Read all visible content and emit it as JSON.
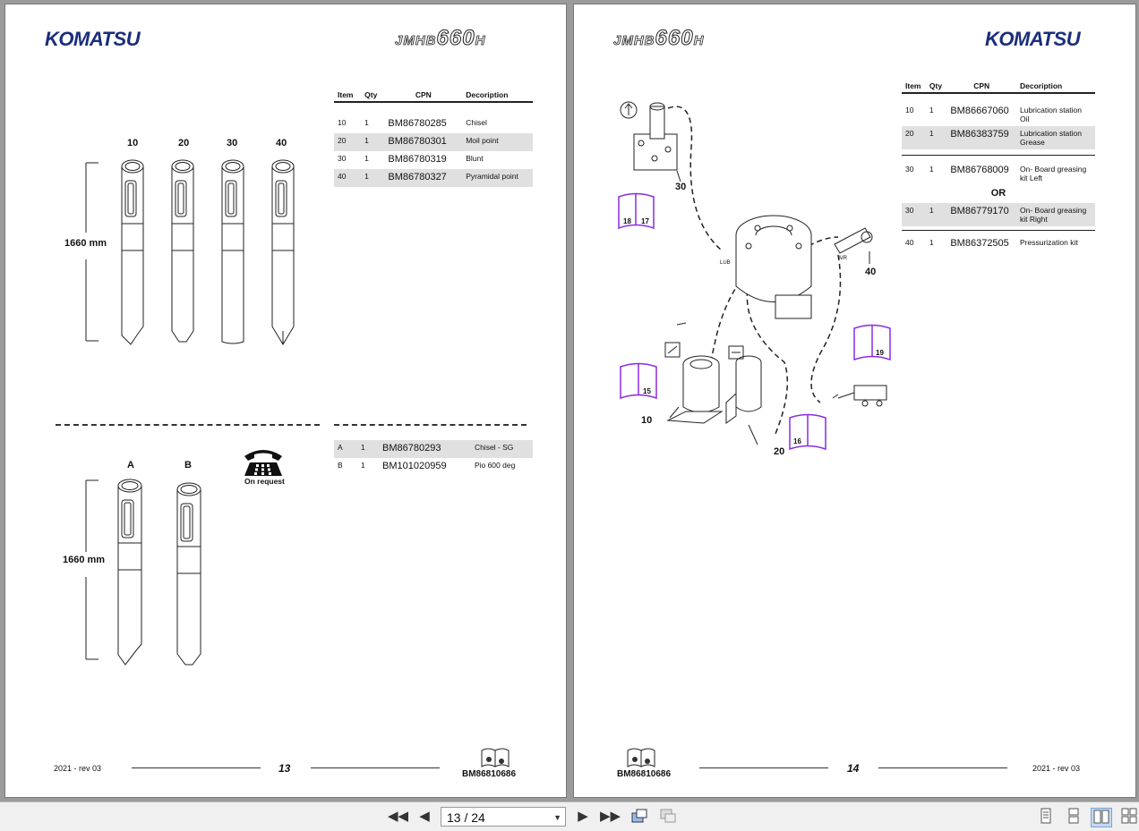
{
  "left_page": {
    "brand": "KOMATSU",
    "model_prefix": "JMHB",
    "model_number": "660",
    "model_suffix": "H",
    "table_top": {
      "headers": [
        "Item",
        "Qty",
        "CPN",
        "Decoription"
      ],
      "rows": [
        {
          "item": "10",
          "qty": "1",
          "cpn": "BM86780285",
          "desc": "Chisel"
        },
        {
          "item": "20",
          "qty": "1",
          "cpn": "BM86780301",
          "desc": "Moil point"
        },
        {
          "item": "30",
          "qty": "1",
          "cpn": "BM86780319",
          "desc": "Blunt"
        },
        {
          "item": "40",
          "qty": "1",
          "cpn": "BM86780327",
          "desc": "Pyramidal point"
        }
      ]
    },
    "tool_labels_top": [
      "10",
      "20",
      "30",
      "40"
    ],
    "dimension_top": "1660 mm",
    "table_bottom": {
      "rows": [
        {
          "item": "A",
          "qty": "1",
          "cpn": "BM86780293",
          "desc": "Chisel - SG"
        },
        {
          "item": "B",
          "qty": "1",
          "cpn": "BM101020959",
          "desc": "Pio 600 deg"
        }
      ]
    },
    "tool_labels_bottom": [
      "A",
      "B"
    ],
    "dimension_bottom": "1660 mm",
    "on_request": "On request",
    "footer_rev": "2021 -  rev 03",
    "page_number": "13",
    "doc_number": "BM86810686"
  },
  "right_page": {
    "brand": "KOMATSU",
    "model_prefix": "JMHB",
    "model_number": "660",
    "model_suffix": "H",
    "table": {
      "headers": [
        "Item",
        "Qty",
        "CPN",
        "Decoription"
      ],
      "rows": [
        {
          "item": "10",
          "qty": "1",
          "cpn": "BM86667060",
          "desc": "Lubrication station Oil"
        },
        {
          "item": "20",
          "qty": "1",
          "cpn": "BM86383759",
          "desc": "Lubrication station Grease"
        },
        {
          "item": "30",
          "qty": "1",
          "cpn": "BM86768009",
          "desc": "On- Board greasing kit Left"
        },
        {
          "item": "30",
          "qty": "1",
          "cpn": "BM86779170",
          "desc": "On- Board greasing kit Right"
        },
        {
          "item": "40",
          "qty": "1",
          "cpn": "BM86372505",
          "desc": "Pressurization kit"
        }
      ],
      "or_label": "OR"
    },
    "diagram_labels": {
      "n30": "30",
      "n40": "40",
      "n10": "10",
      "n20": "20",
      "lub": "LUB",
      "air": "AIR",
      "book_18": "18",
      "book_17": "17",
      "book_15": "15",
      "book_16": "16",
      "book_19": "19"
    },
    "footer_rev": "2021 -  rev 03",
    "page_number": "14",
    "doc_number": "BM86810686"
  },
  "toolbar": {
    "current_page": "13 / 24"
  },
  "colors": {
    "brand_blue": "#1a2e7a",
    "book_purple": "#8a2be2",
    "row_shade": "#e0e0e0"
  },
  "icons": [
    "first-page-icon",
    "prev-page-icon",
    "next-page-icon",
    "last-page-icon",
    "rotate-icon",
    "flip-icon",
    "single-page-icon",
    "continuous-icon",
    "two-page-icon",
    "two-page-continuous-icon",
    "telephone-icon",
    "book-icon"
  ]
}
